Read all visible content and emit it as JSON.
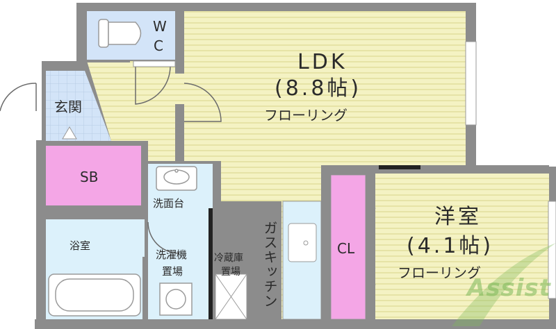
{
  "rooms": {
    "ldk": {
      "name": "LDK",
      "size": "(8.8帖)",
      "floor": "フローリング"
    },
    "western": {
      "name": "洋室",
      "size": "(4.1帖)",
      "floor": "フローリング"
    },
    "wc": {
      "line1": "W",
      "line2": "C"
    },
    "entrance": "玄関",
    "sb": "SB",
    "washbasin": "洗面台",
    "bath": "浴室",
    "washer_line1": "洗濯機",
    "washer_line2": "置場",
    "fridge_line1": "冷蔵庫",
    "fridge_line2": "置場",
    "kitchen": "ガスキッチン",
    "cl": "CL"
  },
  "watermark": "Assist",
  "colors": {
    "wall": "#8c8c8c",
    "floor_yellow": "#f4f2c3",
    "floor_stripe": "#e6e3a6",
    "tile_blue": "#d3e4f8",
    "storage_pink": "#f4a6e6",
    "wet_area": "#dcf1fb",
    "watermark_green": "#7db95a"
  }
}
